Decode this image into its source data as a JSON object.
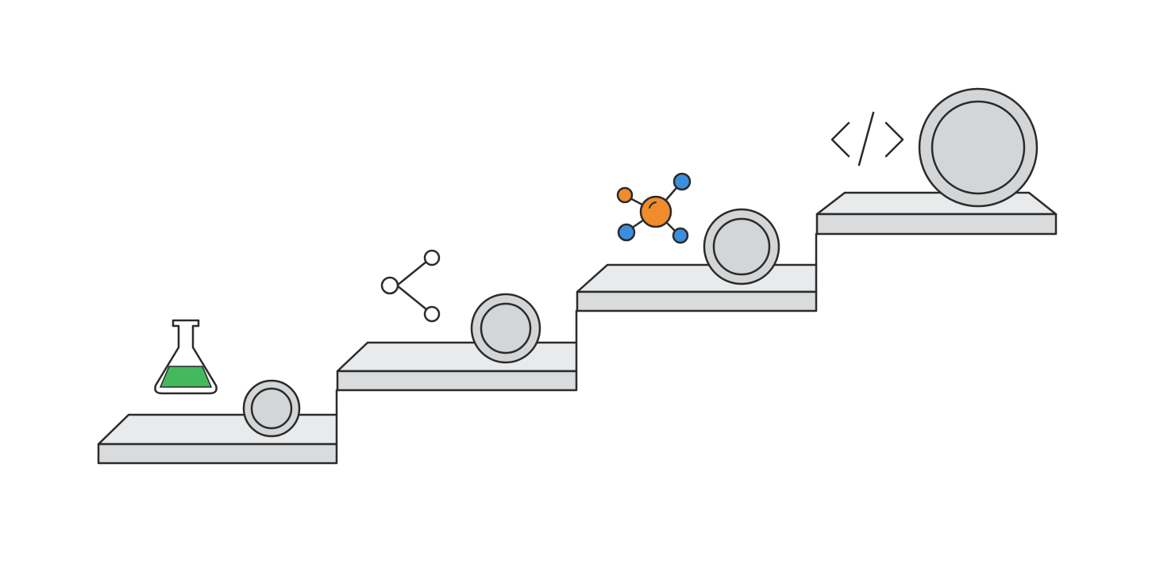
{
  "colors": {
    "background": "#ffffff",
    "outline": "#2b2b2b",
    "step_top": "#e8eaeb",
    "step_front": "#d9dbdc",
    "coin_face": "#d3d5d7",
    "liquid": "#44b85c",
    "node_orange": "#f08c2c",
    "node_blue": "#3c8fde",
    "node_white": "#ffffff"
  },
  "steps": [
    {
      "id": "step-1",
      "icon": "flask-icon",
      "coin_size": "small"
    },
    {
      "id": "step-2",
      "icon": "branch-icon",
      "coin_size": "medium"
    },
    {
      "id": "step-3",
      "icon": "molecule-icon",
      "coin_size": "large"
    },
    {
      "id": "step-4",
      "icon": "code-brackets-icon",
      "coin_size": "extra-large"
    }
  ]
}
